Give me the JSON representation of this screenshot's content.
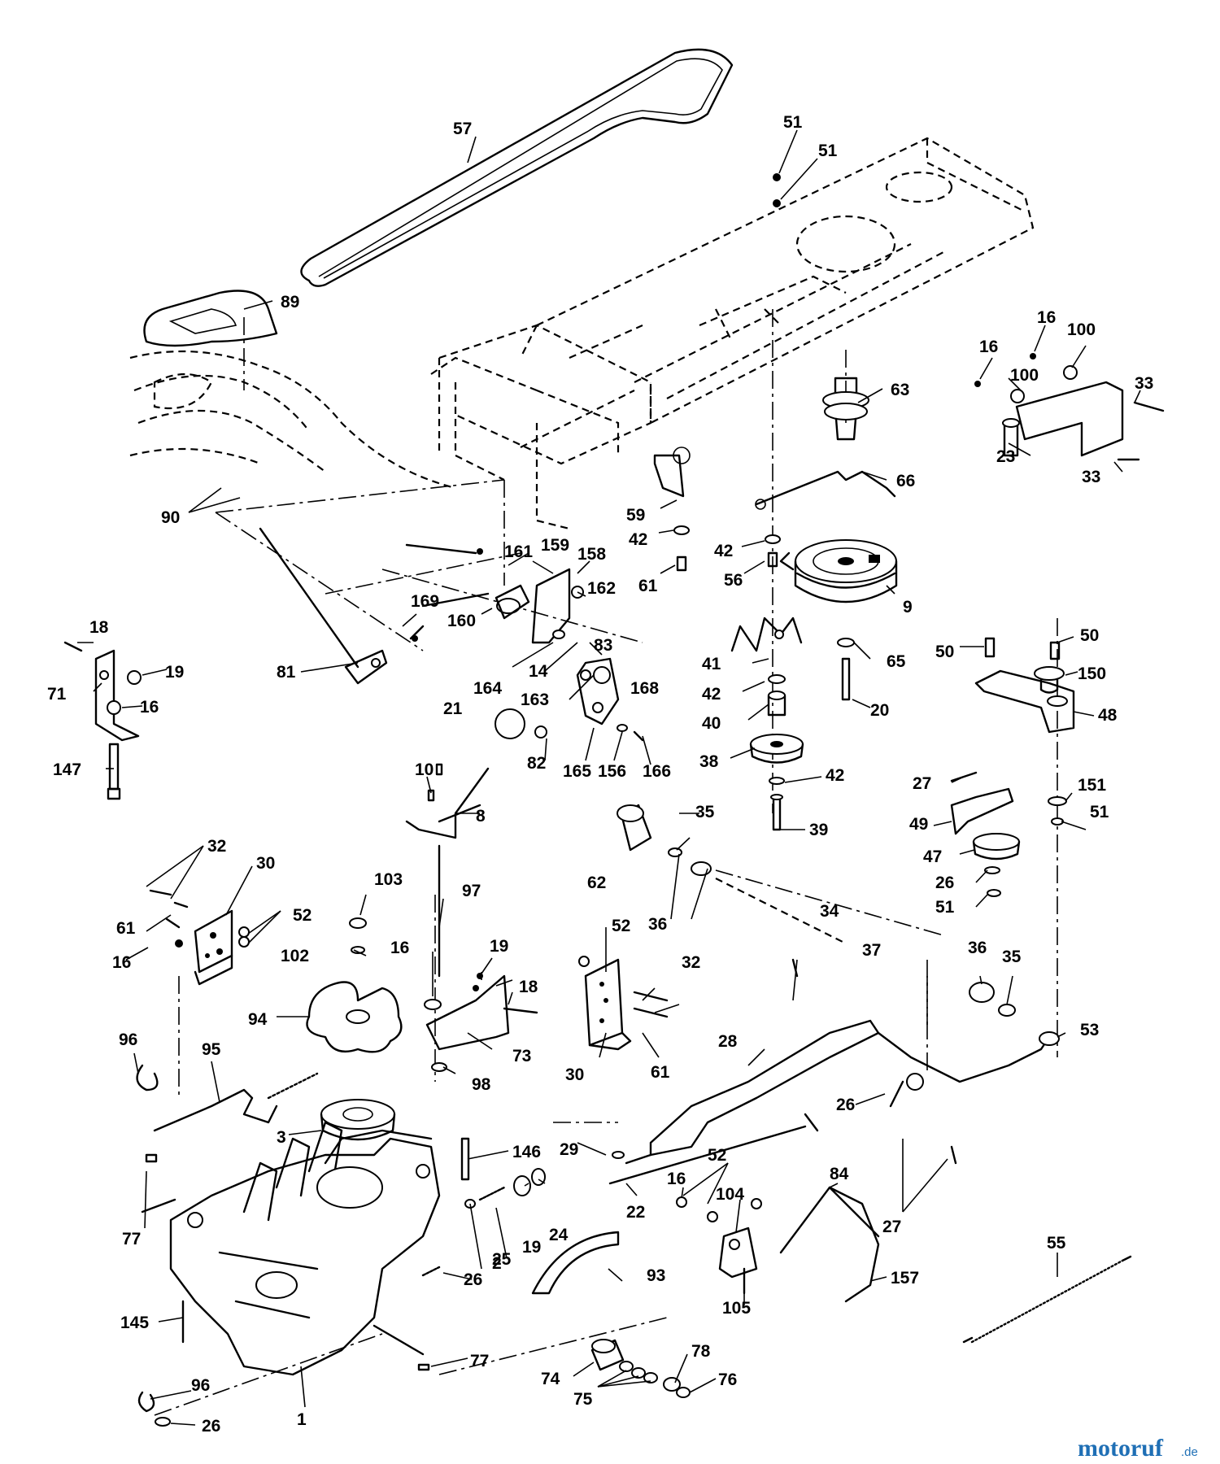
{
  "watermark": {
    "brand": "motoruf",
    "tld": ".de",
    "accent_color": "#1f6fb5"
  },
  "callouts": [
    {
      "id": "c57",
      "text": "57"
    },
    {
      "id": "c51a",
      "text": "51"
    },
    {
      "id": "c51b",
      "text": "51"
    },
    {
      "id": "c89",
      "text": "89"
    },
    {
      "id": "c16a",
      "text": "16"
    },
    {
      "id": "c100a",
      "text": "100"
    },
    {
      "id": "c16b",
      "text": "16"
    },
    {
      "id": "c100b",
      "text": "100"
    },
    {
      "id": "c33a",
      "text": "33"
    },
    {
      "id": "c23",
      "text": "23"
    },
    {
      "id": "c33b",
      "text": "33"
    },
    {
      "id": "c63",
      "text": "63"
    },
    {
      "id": "c66",
      "text": "66"
    },
    {
      "id": "c90",
      "text": "90"
    },
    {
      "id": "c59",
      "text": "59"
    },
    {
      "id": "c42a",
      "text": "42"
    },
    {
      "id": "c61a",
      "text": "61"
    },
    {
      "id": "c42b",
      "text": "42"
    },
    {
      "id": "c56",
      "text": "56"
    },
    {
      "id": "c9",
      "text": "9"
    },
    {
      "id": "c161",
      "text": "161"
    },
    {
      "id": "c159",
      "text": "159"
    },
    {
      "id": "c158",
      "text": "158"
    },
    {
      "id": "c162",
      "text": "162"
    },
    {
      "id": "c160",
      "text": "160"
    },
    {
      "id": "c169",
      "text": "169"
    },
    {
      "id": "c83",
      "text": "83"
    },
    {
      "id": "c18a",
      "text": "18"
    },
    {
      "id": "c19a",
      "text": "19"
    },
    {
      "id": "c71",
      "text": "71"
    },
    {
      "id": "c16c",
      "text": "16"
    },
    {
      "id": "c81",
      "text": "81"
    },
    {
      "id": "c164",
      "text": "164"
    },
    {
      "id": "c14",
      "text": "14"
    },
    {
      "id": "c41",
      "text": "41"
    },
    {
      "id": "c65",
      "text": "65"
    },
    {
      "id": "c50a",
      "text": "50"
    },
    {
      "id": "c50b",
      "text": "50"
    },
    {
      "id": "c150",
      "text": "150"
    },
    {
      "id": "c42c",
      "text": "42"
    },
    {
      "id": "c163",
      "text": "163"
    },
    {
      "id": "c168",
      "text": "168"
    },
    {
      "id": "c21",
      "text": "21"
    },
    {
      "id": "c40",
      "text": "40"
    },
    {
      "id": "c20",
      "text": "20"
    },
    {
      "id": "c48",
      "text": "48"
    },
    {
      "id": "c147",
      "text": "147"
    },
    {
      "id": "c10",
      "text": "10"
    },
    {
      "id": "c82",
      "text": "82"
    },
    {
      "id": "c165",
      "text": "165"
    },
    {
      "id": "c156",
      "text": "156"
    },
    {
      "id": "c166",
      "text": "166"
    },
    {
      "id": "c38",
      "text": "38"
    },
    {
      "id": "c42d",
      "text": "42"
    },
    {
      "id": "c27a",
      "text": "27"
    },
    {
      "id": "c151",
      "text": "151"
    },
    {
      "id": "c8",
      "text": "8"
    },
    {
      "id": "c35a",
      "text": "35"
    },
    {
      "id": "c49",
      "text": "49"
    },
    {
      "id": "c51c",
      "text": "51"
    },
    {
      "id": "c39",
      "text": "39"
    },
    {
      "id": "c47",
      "text": "47"
    },
    {
      "id": "c32a",
      "text": "32"
    },
    {
      "id": "c30a",
      "text": "30"
    },
    {
      "id": "c62",
      "text": "62"
    },
    {
      "id": "c26a",
      "text": "26"
    },
    {
      "id": "c103",
      "text": "103"
    },
    {
      "id": "c97",
      "text": "97"
    },
    {
      "id": "c51d",
      "text": "51"
    },
    {
      "id": "c52a",
      "text": "52"
    },
    {
      "id": "c61b",
      "text": "61"
    },
    {
      "id": "c36a",
      "text": "36"
    },
    {
      "id": "c34",
      "text": "34"
    },
    {
      "id": "c52b",
      "text": "52"
    },
    {
      "id": "c16d",
      "text": "16"
    },
    {
      "id": "c102",
      "text": "102"
    },
    {
      "id": "c16e",
      "text": "16"
    },
    {
      "id": "c19b",
      "text": "19"
    },
    {
      "id": "c32b",
      "text": "32"
    },
    {
      "id": "c37",
      "text": "37"
    },
    {
      "id": "c36b",
      "text": "36"
    },
    {
      "id": "c35b",
      "text": "35"
    },
    {
      "id": "c18b",
      "text": "18"
    },
    {
      "id": "c94",
      "text": "94"
    },
    {
      "id": "c96a",
      "text": "96"
    },
    {
      "id": "c95",
      "text": "95"
    },
    {
      "id": "c73",
      "text": "73"
    },
    {
      "id": "c61c",
      "text": "61"
    },
    {
      "id": "c30b",
      "text": "30"
    },
    {
      "id": "c28",
      "text": "28"
    },
    {
      "id": "c53",
      "text": "53"
    },
    {
      "id": "c98",
      "text": "98"
    },
    {
      "id": "c26b",
      "text": "26"
    },
    {
      "id": "c3",
      "text": "3"
    },
    {
      "id": "c146",
      "text": "146"
    },
    {
      "id": "c29",
      "text": "29"
    },
    {
      "id": "c52c",
      "text": "52"
    },
    {
      "id": "c16f",
      "text": "16"
    },
    {
      "id": "c104",
      "text": "104"
    },
    {
      "id": "c84",
      "text": "84"
    },
    {
      "id": "c77a",
      "text": "77"
    },
    {
      "id": "c24",
      "text": "24"
    },
    {
      "id": "c22",
      "text": "22"
    },
    {
      "id": "c27b",
      "text": "27"
    },
    {
      "id": "c55",
      "text": "55"
    },
    {
      "id": "c19c",
      "text": "19"
    },
    {
      "id": "c26c",
      "text": "26"
    },
    {
      "id": "c25",
      "text": "25"
    },
    {
      "id": "c157",
      "text": "157"
    },
    {
      "id": "c93",
      "text": "93"
    },
    {
      "id": "c105",
      "text": "105"
    },
    {
      "id": "c2",
      "text": "2"
    },
    {
      "id": "c145",
      "text": "145"
    },
    {
      "id": "c96b",
      "text": "96"
    },
    {
      "id": "c77b",
      "text": "77"
    },
    {
      "id": "c78",
      "text": "78"
    },
    {
      "id": "c74",
      "text": "74"
    },
    {
      "id": "c76",
      "text": "76"
    },
    {
      "id": "c75",
      "text": "75"
    },
    {
      "id": "c1",
      "text": "1"
    },
    {
      "id": "c26d",
      "text": "26"
    }
  ]
}
